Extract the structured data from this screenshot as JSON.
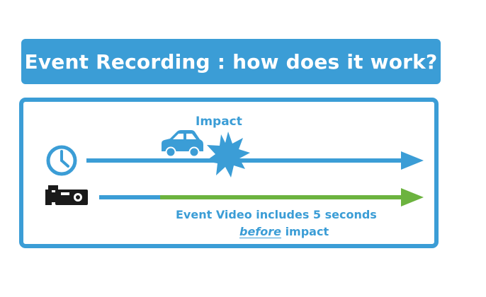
{
  "title": "Event Recording : how does it work?",
  "impact_label": "Impact",
  "caption": {
    "line1": "Event Video includes 5 seconds",
    "emphasis": "before",
    "line2_rest": " impact"
  },
  "icons": {
    "timeline": "clock-icon",
    "recording": "video-camera-icon",
    "vehicle": "car-icon",
    "impact": "starburst-icon"
  },
  "colors": {
    "primary_blue": "#3b9dd6",
    "event_green": "#6cb33f",
    "icon_dark": "#1a1a1a"
  }
}
